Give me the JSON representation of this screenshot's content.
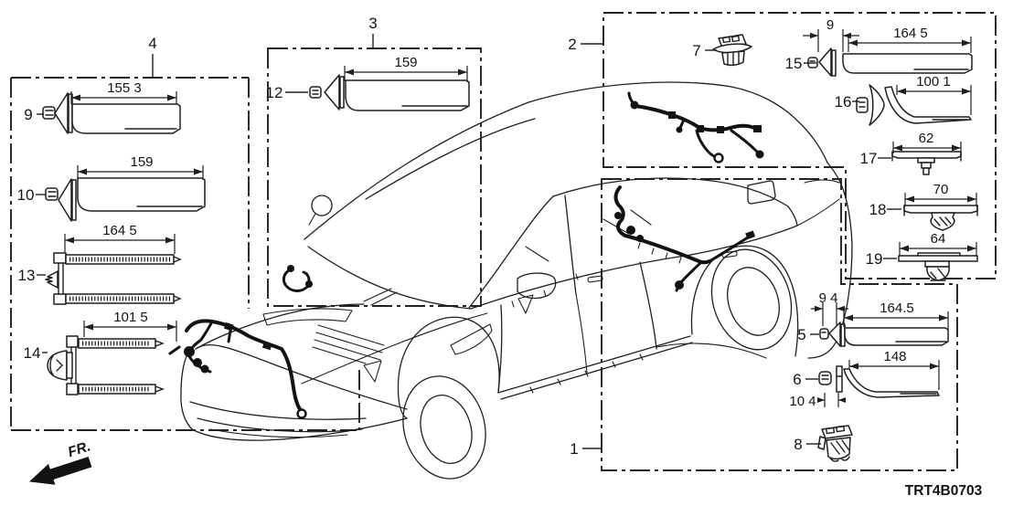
{
  "diagram": {
    "code": "TRT4B0703",
    "fr_label": "FR.",
    "colors": {
      "line": "#1f1f1f",
      "background": "#ffffff"
    },
    "callouts": {
      "1": "1",
      "2": "2",
      "3": "3",
      "4": "4",
      "5": "5",
      "6": "6",
      "7": "7",
      "8": "8",
      "9": "9",
      "10": "10",
      "12": "12",
      "13": "13",
      "14": "14",
      "15": "15",
      "16": "16",
      "17": "17",
      "18": "18",
      "19": "19"
    },
    "dimensions": {
      "item9_length": "155 3",
      "item10_length": "159",
      "item12_length": "159",
      "item13_length": "164 5",
      "item14_length": "101 5",
      "item15_offset": "9",
      "item15_length": "164 5",
      "item16_length": "100 1",
      "item17_length": "62",
      "item18_length": "70",
      "item19_length": "64",
      "item5_offset": "9 4",
      "item5_length": "164.5",
      "item6_length": "148",
      "item6_offset": "10 4"
    }
  }
}
